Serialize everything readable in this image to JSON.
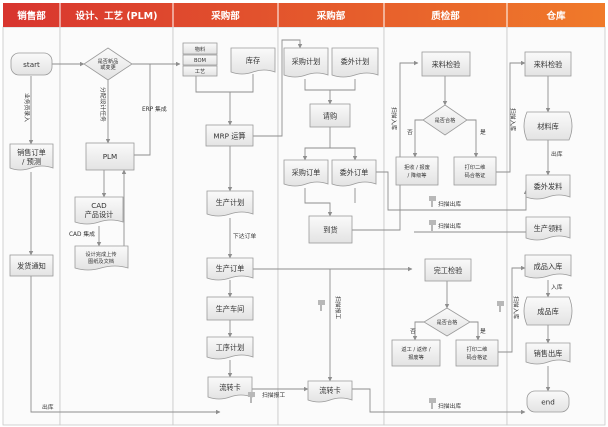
{
  "colors": {
    "header_left": "#d8352f",
    "header_right": "#f07a2a",
    "lane_line": "#c8c8c8",
    "box_fill": "#efefef",
    "edge": "#8e8e8e"
  },
  "lanes": [
    "销售部",
    "设计、工艺 (PLM)",
    "采购部",
    "采购部",
    "质检部",
    "仓库"
  ],
  "nodes": {
    "start": "start",
    "sales_order": [
      "销售订单",
      "/ 预测"
    ],
    "ship_notice": "发货通知",
    "new_change": [
      "是否新品",
      "或变更"
    ],
    "plm": "PLM",
    "cad": [
      "CAD",
      "产品设计"
    ],
    "upload": [
      "设计完成上传",
      "图纸及文档"
    ],
    "material": "物料",
    "bom": "BOM",
    "process": "工艺",
    "stock": "库存",
    "mrp": "MRP 运算",
    "prod_plan": "生产计划",
    "prod_order": "生产订单",
    "workshop": "生产车间",
    "step_plan": "工序计划",
    "route_card_a": "流转卡",
    "purchase_plan": "采购计划",
    "outsource_plan": "委外计划",
    "requisition": "请购",
    "purchase_order": "采购订单",
    "outsource_order": "委外订单",
    "arrival": "到货",
    "route_card_b": "流转卡",
    "incoming_qc": "来料检验",
    "qualified_a": "是否合格",
    "reject": [
      "拒收 / 报废",
      "/ 降级等"
    ],
    "print_a": [
      "打印二维",
      "码合格证"
    ],
    "final_qc": "完工检验",
    "qualified_b": "是否合格",
    "rework": [
      "返工 / 返修 /",
      "报废等"
    ],
    "print_b": [
      "打印二维",
      "码合格证"
    ],
    "wh_incoming": "来料检验",
    "material_store": "材料库",
    "outsource_issue": "委外发料",
    "prod_pick": "生产领料",
    "finished_in": "成品入库",
    "finished_store": "成品库",
    "sales_out": "销售出库",
    "end": "end"
  },
  "edge_labels": {
    "sales_entry": [
      "业务员录入"
    ],
    "assign_design": [
      "分配设计任务"
    ],
    "erp_integration": "ERP 集成",
    "cad_integration": "CAD 集成",
    "issue_order": "下达订单",
    "scan_report": "扫描报工",
    "scan_report_v": [
      "扫描报工"
    ],
    "no_a": "否",
    "yes_a": "是",
    "no_b": "否",
    "yes_b": "是",
    "scan_out_a": "扫描出库",
    "scan_out_b": "扫描出库",
    "scan_out_c": "扫描出库",
    "scan_in_a": [
      "扫描入库"
    ],
    "scan_in_b": [
      "扫描入库"
    ],
    "scan_in_qc": [
      "扫描入库"
    ],
    "outbound": "出库",
    "into_store": "入库",
    "out_store": "出库"
  }
}
